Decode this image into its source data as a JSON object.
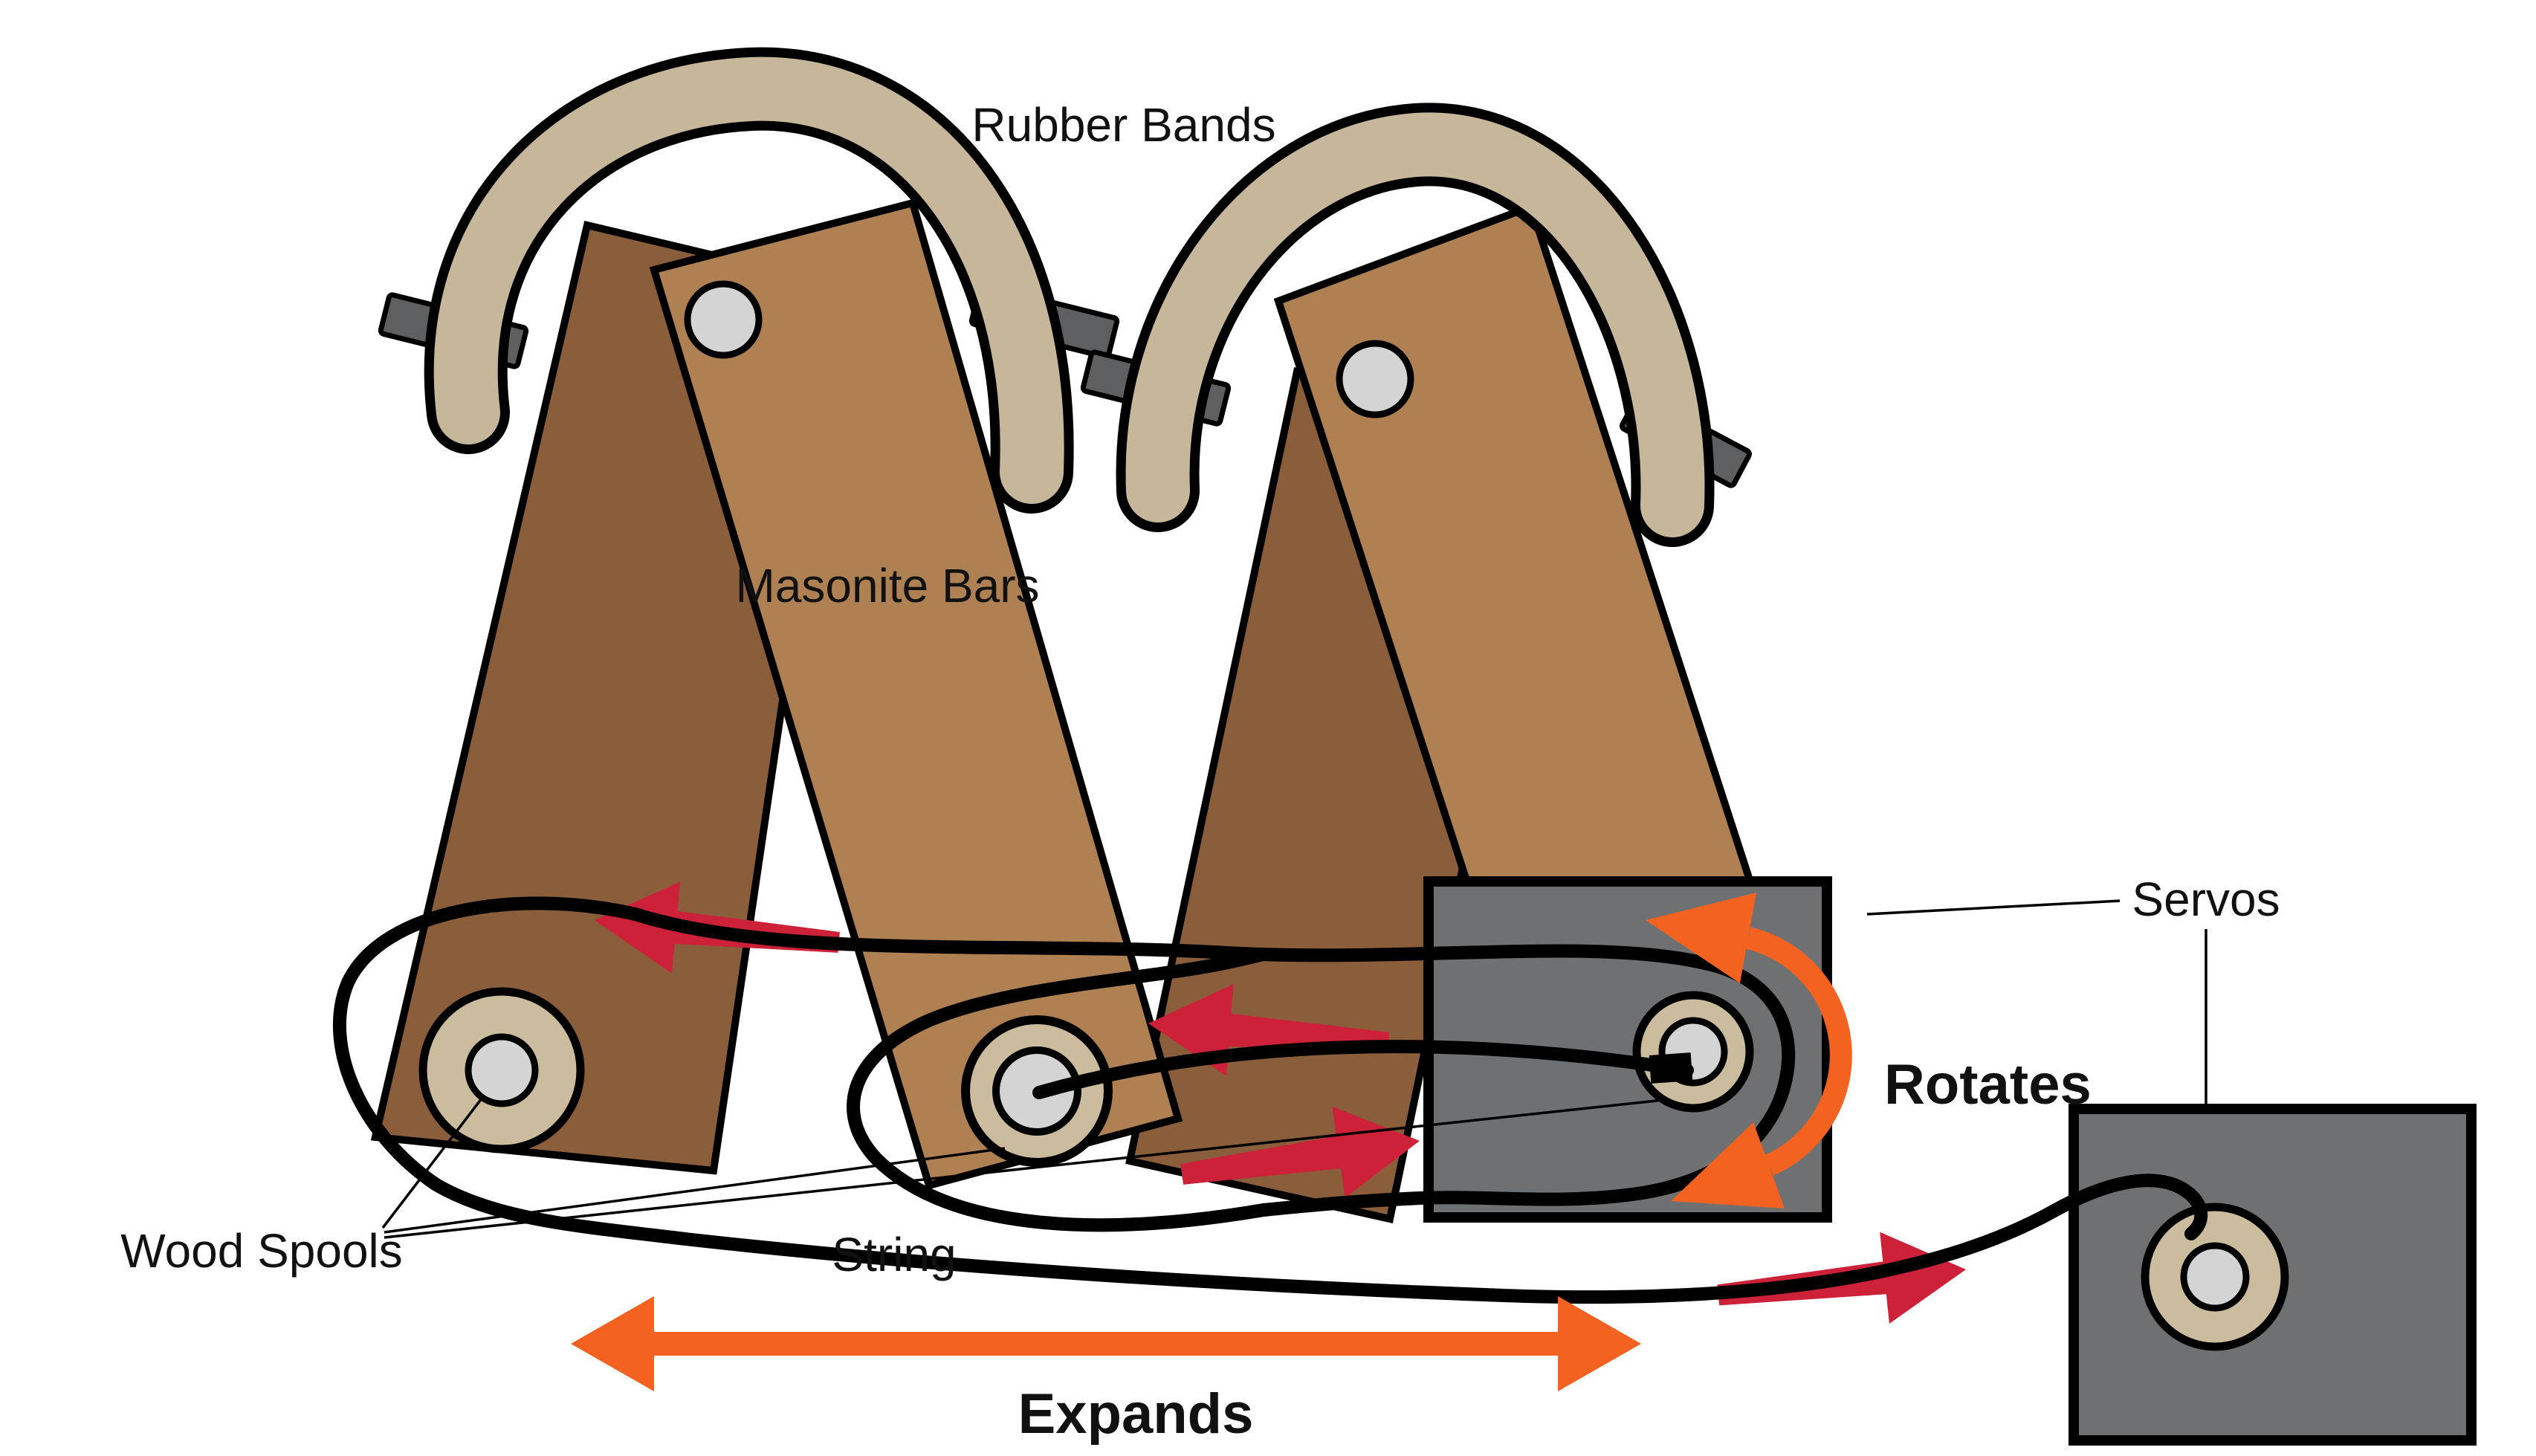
{
  "diagram": {
    "type": "mechanism-illustration",
    "labels": {
      "rubber_bands": "Rubber Bands",
      "masonite_bars": "Masonite Bars",
      "wood_spools": "Wood Spools",
      "string": "String",
      "servos": "Servos",
      "rotates": "Rotates",
      "expands": "Expands"
    },
    "colors": {
      "background": "#ffffff",
      "rubber_band": "#C6B79B",
      "bar_light": "#AF8052",
      "bar_dark": "#8B5E3B",
      "spool": "#CBBC9D",
      "hub": "#D4D4D4",
      "servo_body": "#6F7072",
      "peg": "#5E5F60",
      "string": "#000000",
      "red_arrow": "#CC2139",
      "orange_arrow": "#F4621F",
      "outline": "#000000"
    },
    "icons": {
      "red_arrow_left": "red-arrow-left-icon",
      "red_arrow_right": "red-arrow-right-icon",
      "expand_double_arrow": "expand-double-arrow-icon",
      "rotate_arc_arrow": "rotate-arc-arrow-icon"
    }
  }
}
